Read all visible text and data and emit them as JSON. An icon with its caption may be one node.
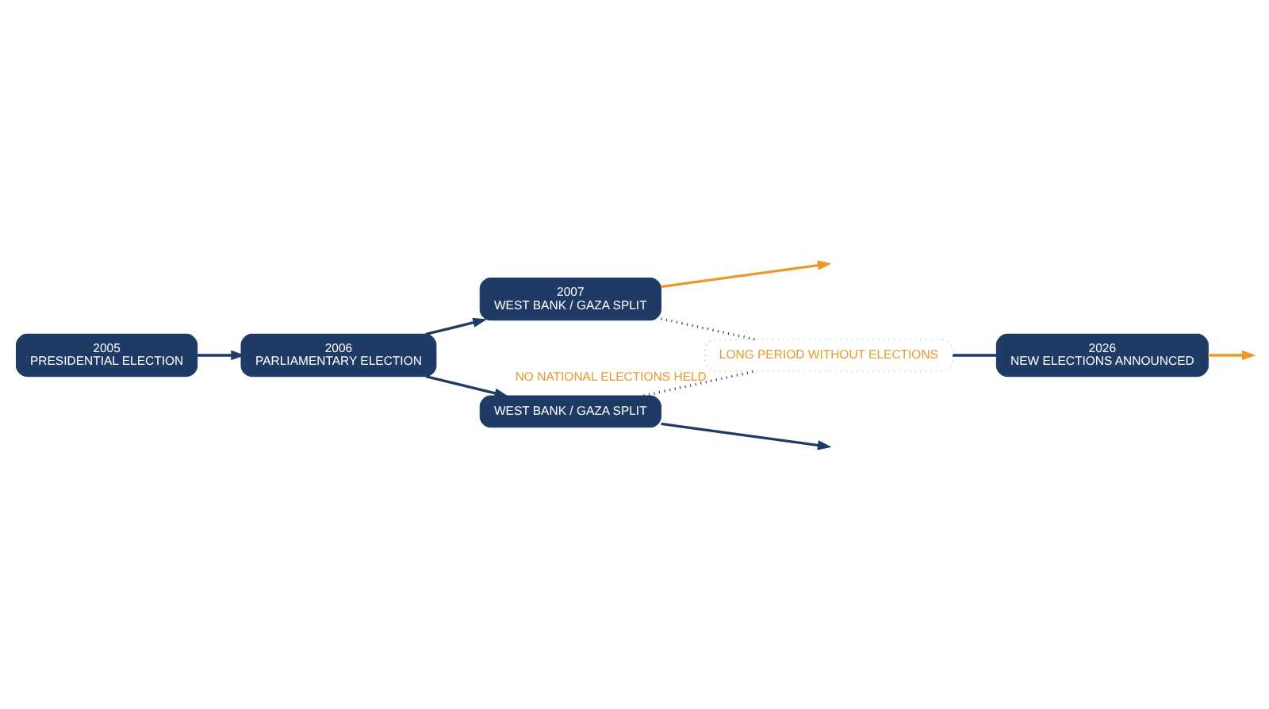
{
  "diagram": {
    "nodes": [
      {
        "text": [
          "2005",
          "PRESIDENTIAL ELECTION"
        ]
      },
      {
        "text": [
          "2006",
          "PARLIAMENTARY ELECTION"
        ]
      },
      {
        "text": [
          "2007",
          "WEST BANK / GAZA SPLIT"
        ]
      },
      {
        "text": [
          "WEST BANK / GAZA SPLIT"
        ]
      },
      {
        "text": [
          "LONG PERIOD WITHOUT ELECTIONS"
        ],
        "beside": [
          "NO NATIONAL ELECTIONS HELD"
        ]
      },
      {
        "text": [
          "2026",
          "NEW ELECTIONS ANNOUNCED"
        ]
      }
    ],
    "edges": [
      {
        "from": 0,
        "to": 1,
        "arrow": "to"
      },
      {
        "from": 1,
        "to": 2,
        "arrow": "to"
      },
      {
        "from": 1,
        "to": 3,
        "arrow": "to"
      },
      {
        "from": 2,
        "to": null,
        "arrow": "to",
        "color": "#e89a2c"
      },
      {
        "from": 3,
        "to": null,
        "arrow": "to"
      },
      {
        "from": 2,
        "to": 4,
        "arrow": "none",
        "style": "dashed"
      },
      {
        "from": 3,
        "to": 4,
        "arrow": "none",
        "style": "dashed"
      },
      {
        "from": 4,
        "to": 5,
        "arrow": "none"
      },
      {
        "from": 5,
        "to": null,
        "arrow": "to",
        "color": "#e89a2c"
      }
    ]
  }
}
